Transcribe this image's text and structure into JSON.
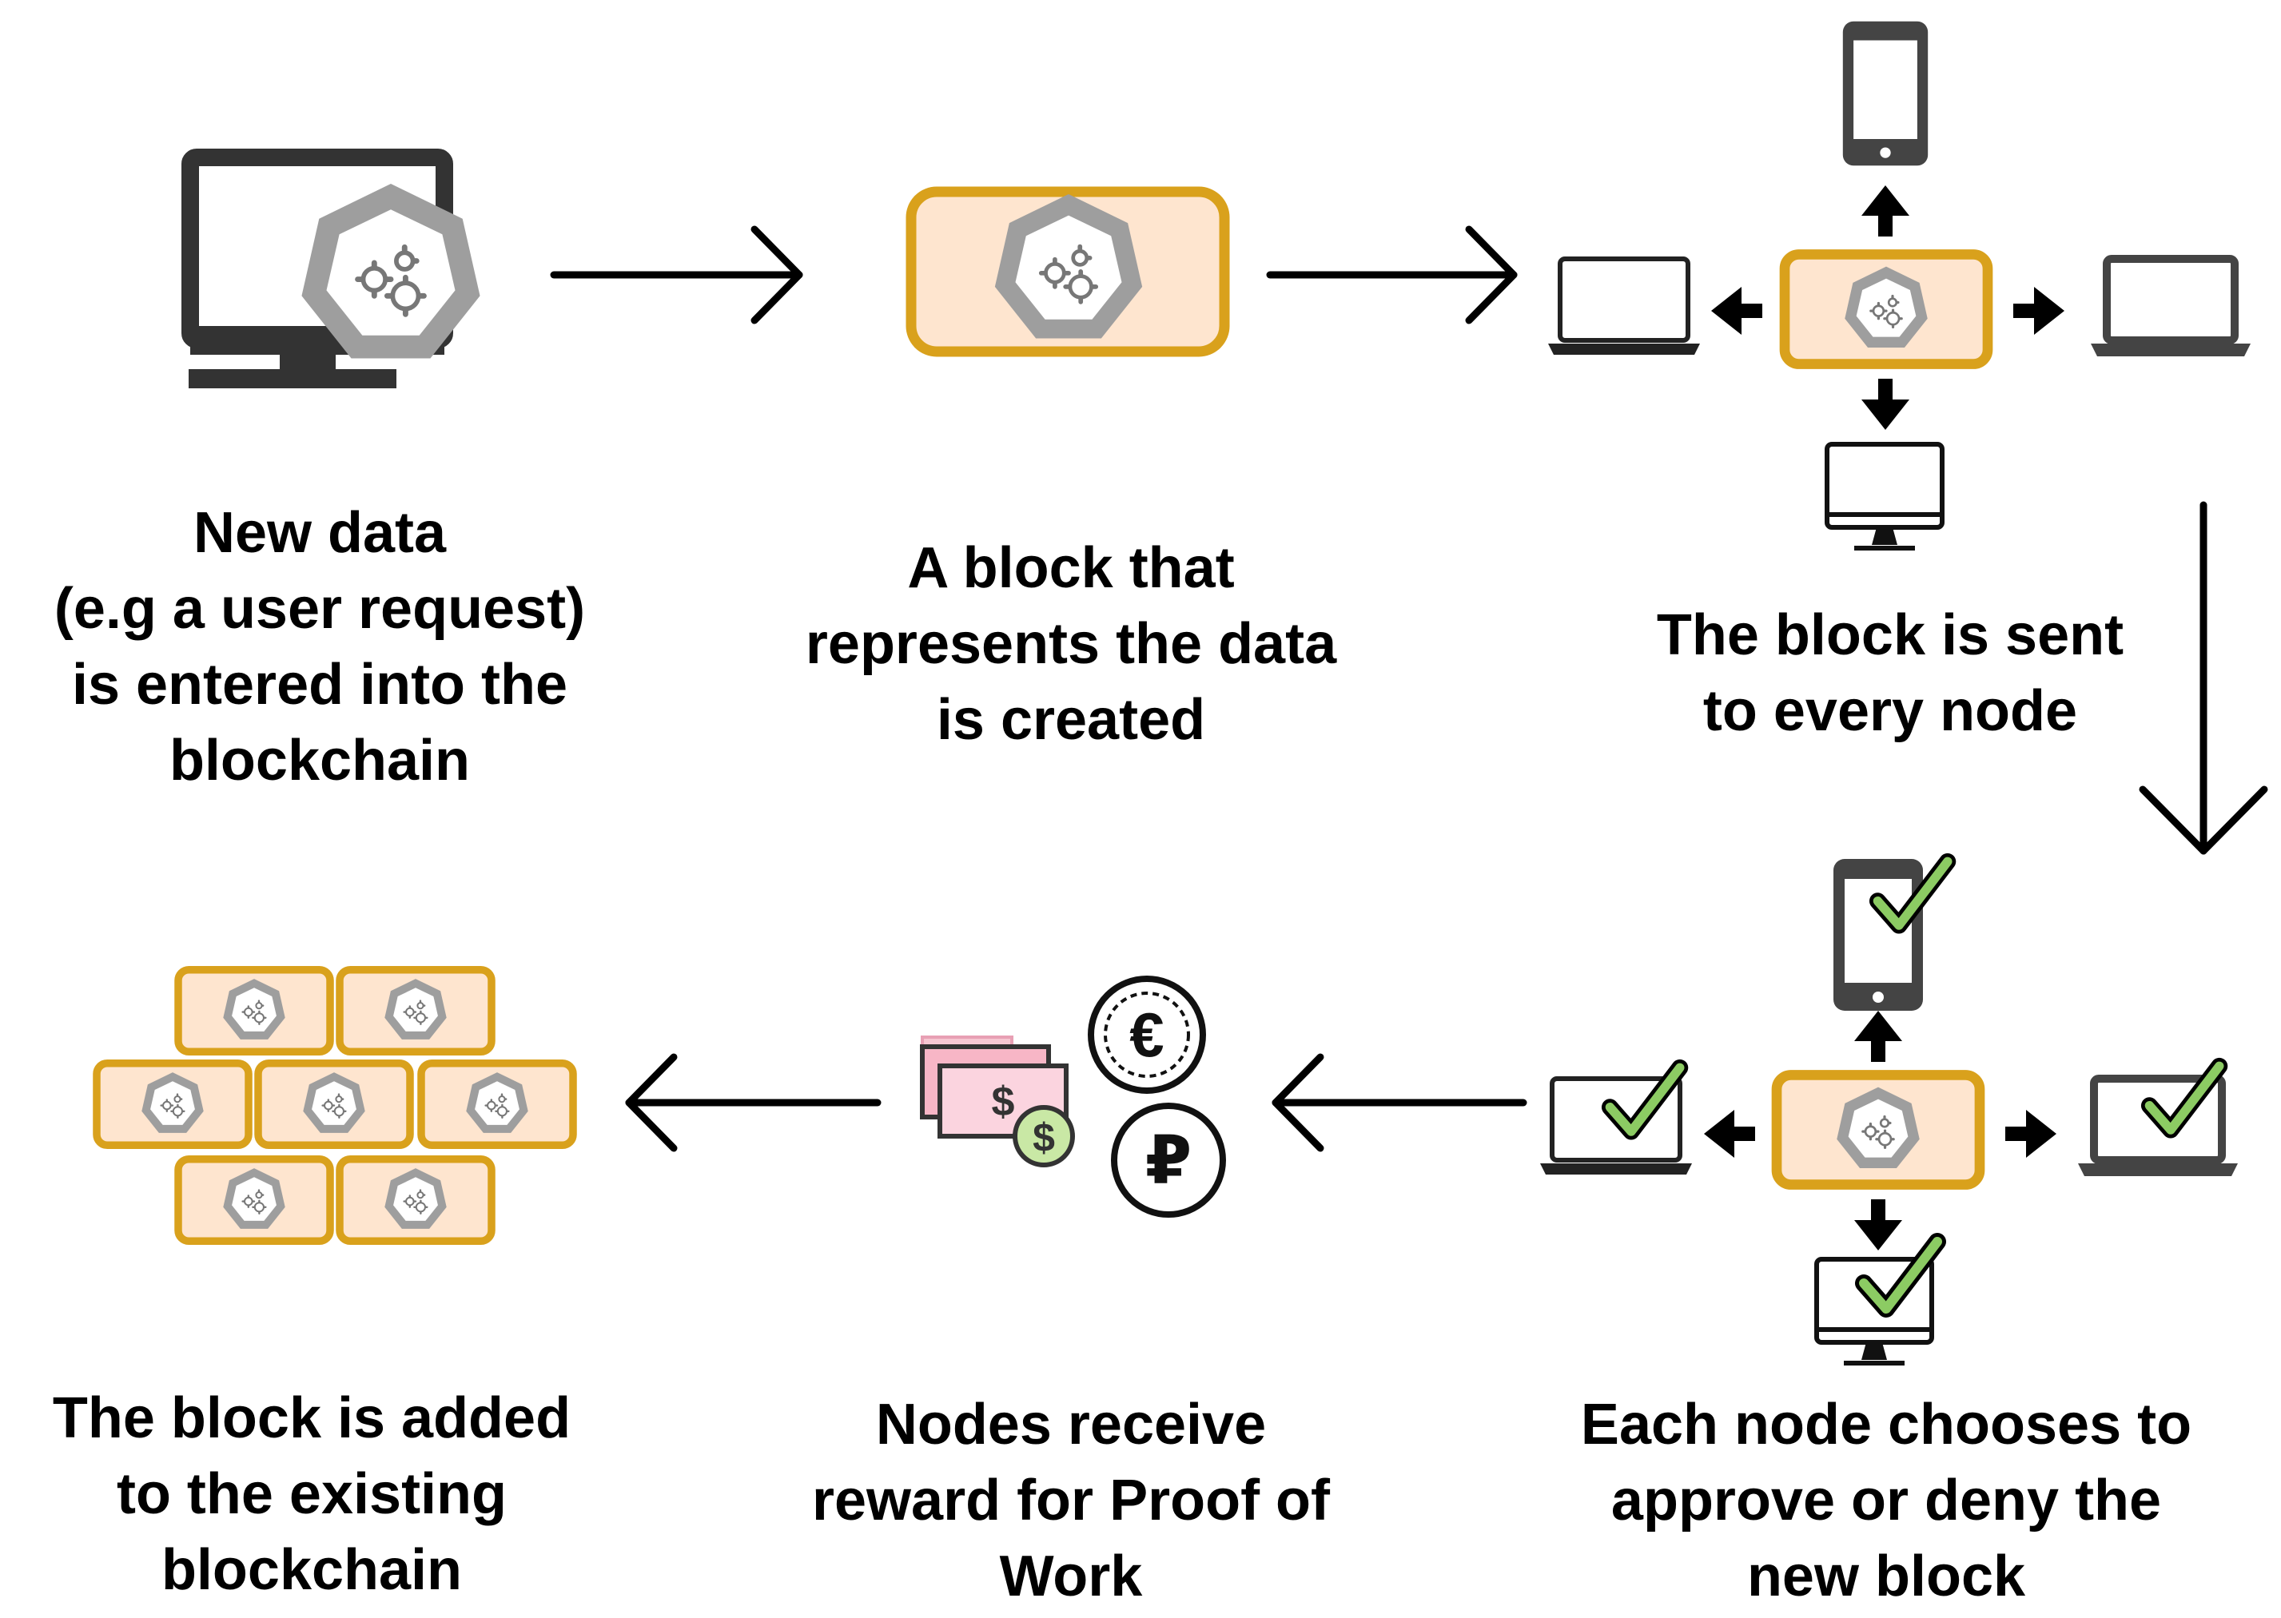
{
  "steps": [
    {
      "id": "new-data",
      "lines": [
        "New data",
        "(e.g a user request)",
        "is entered into the",
        "blockchain"
      ]
    },
    {
      "id": "block-created",
      "lines": [
        "A block that",
        "represents the data",
        "is created"
      ]
    },
    {
      "id": "sent-to-nodes",
      "lines": [
        "The block is sent",
        "to every node"
      ]
    },
    {
      "id": "nodes-approve",
      "lines": [
        "Each node chooses to",
        "approve or deny the",
        "new block"
      ]
    },
    {
      "id": "reward",
      "lines": [
        "Nodes receive",
        "reward for Proof of",
        "Work"
      ]
    },
    {
      "id": "added",
      "lines": [
        "The block is added",
        "to the existing",
        "blockchain"
      ]
    }
  ],
  "icons": {
    "currency_symbols": [
      "$",
      "$",
      "€",
      "₽"
    ]
  },
  "colors": {
    "block_border": "#D9A11C",
    "block_fill": "#FEE5CF",
    "hex_gray": "#9E9E9E",
    "device_dark": "#444444",
    "check_green": "#8CCB63",
    "arrow": "#000000"
  }
}
